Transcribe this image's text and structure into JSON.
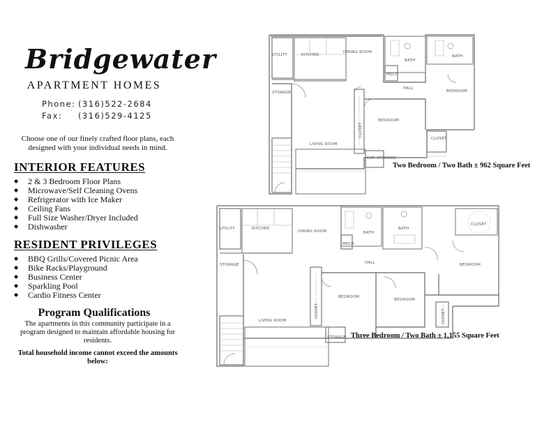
{
  "brand": {
    "name": "Bridgewater",
    "tagline": "APARTMENT HOMES"
  },
  "contact": {
    "phone_label": "Phone:",
    "phone": "(316)522-2684",
    "fax_label": "Fax:",
    "fax": "(316)529-4125"
  },
  "intro": "Choose one of our finely crafted floor plans, each designed with your individual needs in mind.",
  "interior_features": {
    "title": "INTERIOR FEATURES",
    "items": [
      "2 & 3 Bedroom Floor Plans",
      "Microwave/Self Cleaning Ovens",
      "Refrigerator with Ice Maker",
      "Ceiling Fans",
      "Full Size Washer/Dryer Included",
      "Dishwasher"
    ]
  },
  "resident_privileges": {
    "title": "RESIDENT PRIVILEGES",
    "items": [
      "BBQ Grills/Covered Picnic Area",
      "Bike Racks/Playground",
      "Business Center",
      "Sparkling Pool",
      "Cardio Fitness Center"
    ]
  },
  "program": {
    "title": "Program Qualifications",
    "text": "The apartments in this community participate in a program designed to maintain affordable housing for residents.",
    "note": "Total household income cannot exceed the amounts below:"
  },
  "floor_plans": [
    {
      "caption": "Two Bedroom / Two Bath  ± 962 Square Feet",
      "rooms": {
        "utility": "UTILITY",
        "kitchen": "KITCHEN",
        "dining": "DINING ROOM",
        "mech": "MECH",
        "bath1": "BATH",
        "bath2": "BATH",
        "hall": "HALL",
        "bedroom1": "BEDROOM",
        "bedroom2": "BEDROOM",
        "storage": "STORAGE",
        "closet1": "CLOSET",
        "closet2": "CLOSET",
        "living": "LIVING ROOM",
        "ext_storage": "EXT. STORAGE"
      }
    },
    {
      "caption": "Three Bedroom / Two Bath ± 1,155 Square Feet",
      "rooms": {
        "utility": "UTILITY",
        "kitchen": "KITCHEN",
        "dining": "DINING ROOM",
        "mech": "MECH",
        "bath1": "BATH",
        "bath2": "BATH",
        "hall": "HALL",
        "bedroom1": "BEDROOM",
        "bedroom2": "BEDROOM",
        "bedroom3": "BEDROOM",
        "closet1": "CLOSET",
        "closet2": "CLOSET",
        "closet3": "CLOSET",
        "storage": "STORAGE",
        "living": "LIVING ROOM",
        "ext_storage": "STORAGE"
      }
    }
  ]
}
